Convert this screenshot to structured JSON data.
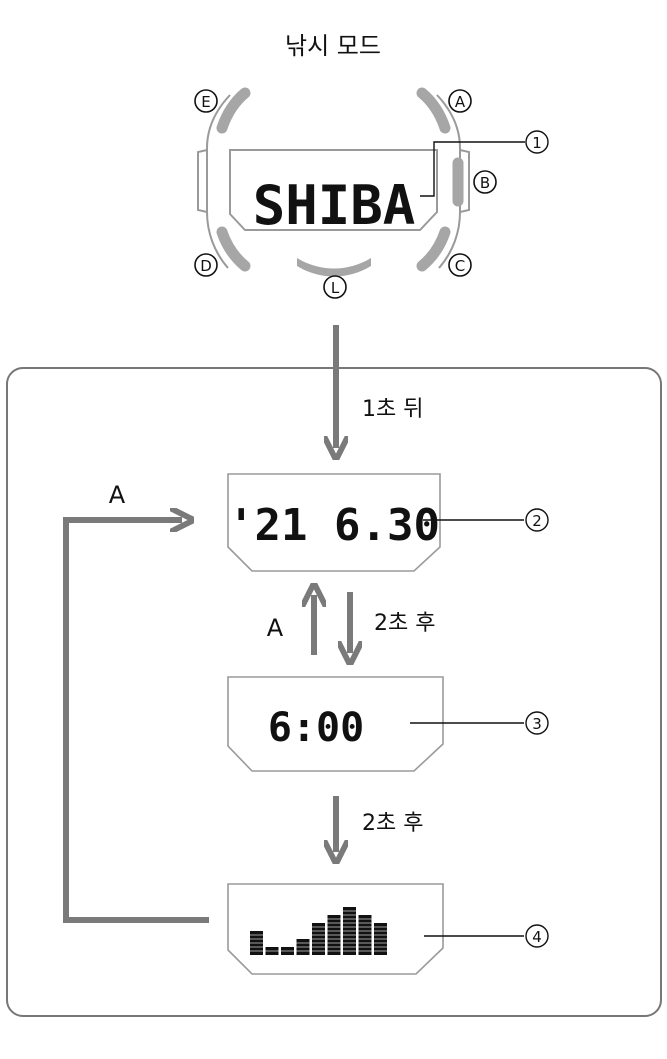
{
  "title": "낚시 모드",
  "buttons": {
    "a": "A",
    "b": "B",
    "c": "C",
    "d": "D",
    "e": "E",
    "l": "L"
  },
  "display_1": "SHIBA",
  "display_2": "'21  6.30",
  "display_3": "6:00",
  "display_4_bars": [
    3,
    1,
    1,
    2,
    4,
    5,
    6,
    5,
    4
  ],
  "callouts": [
    "1",
    "2",
    "3",
    "4"
  ],
  "steps": {
    "after_1s": "1초 뒤",
    "after_2s_a": "2초 후",
    "after_2s_b": "2초 후"
  },
  "press_a_label": "A",
  "loop_label": "A",
  "colors": {
    "arrow": "#7a7a7a",
    "bezel": "#a6a6a6",
    "frame": "#777777",
    "lcd_border": "#9a9a9a"
  }
}
